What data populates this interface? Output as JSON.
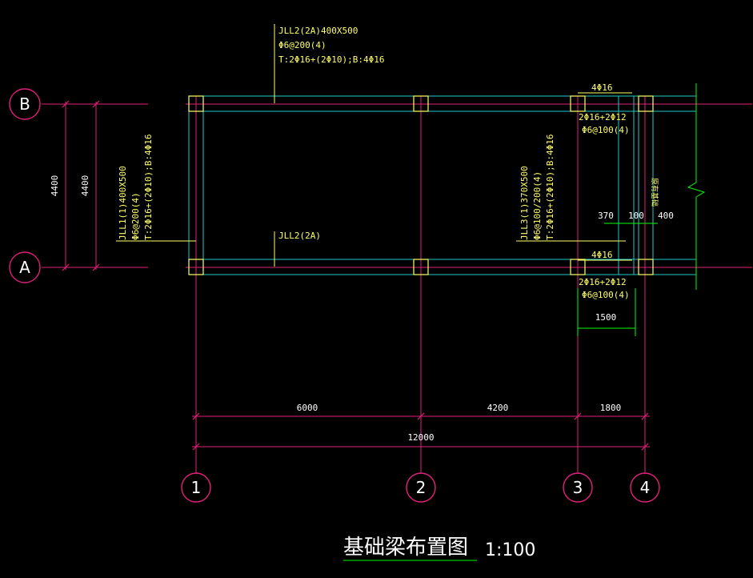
{
  "colors": {
    "background": "#000000",
    "axis": "#e0207a",
    "concrete": "#22c8c8",
    "column": "#ffff66",
    "leader": "#ffff66",
    "dimension": "#00ff00",
    "text": "#ffffff"
  },
  "axes": {
    "horizontal": [
      "B",
      "A"
    ],
    "vertical": [
      "1",
      "2",
      "3",
      "4"
    ]
  },
  "dimensions": {
    "left_outer": "4400",
    "left_inner": "4400",
    "bays": [
      "6000",
      "4200",
      "1800"
    ],
    "total": "12000",
    "right_panel": [
      "370",
      "100",
      "400"
    ],
    "detail_width": "1500"
  },
  "beams": {
    "jll2_top": {
      "line1": "JLL2(2A)400X500",
      "line2": "Φ6@200(4)",
      "line3": "T:2Φ16+(2Φ10);B:4Φ16"
    },
    "jll2_bottom": "JLL2(2A)",
    "jll1": {
      "line1": "JLL1(1)400X500",
      "line2": "Φ6@200(4)",
      "line3": "T:2Φ16+(2Φ10);B:4Φ16"
    },
    "jll3": {
      "line1": "JLL3(1)370X500",
      "line2": "Φ6@100/200(4)",
      "line3": "T:2Φ16+(2Φ10);B:4Φ16"
    },
    "top_right": {
      "bars": "4Φ16",
      "bars2": "2Φ16+2Φ12",
      "stirrup": "Φ6@100(4)"
    },
    "bottom_right": {
      "bars": "4Φ16",
      "bars2": "2Φ16+2Φ12",
      "stirrup": "Φ6@100(4)"
    },
    "vertical_note": "原有基础"
  },
  "title": {
    "main": "基础梁布置图",
    "scale": "1:100"
  }
}
